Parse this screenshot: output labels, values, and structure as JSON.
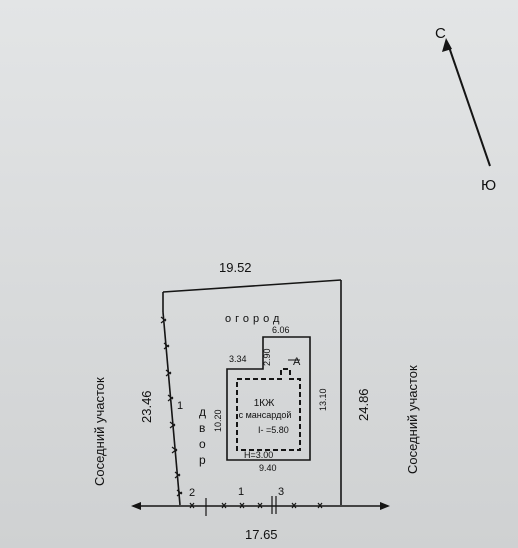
{
  "compass": {
    "north": "С",
    "south": "Ю"
  },
  "plot": {
    "top_length": "19.52",
    "bottom_length": "17.65",
    "left_length": "23.46",
    "right_length": "24.86",
    "garden_label": "огород",
    "yard_label": "двор",
    "left_neighbor": "Соседний участок",
    "right_neighbor": "Соседний участок",
    "fence_marks": {
      "left_fence": "1",
      "bottom_left": "2",
      "bottom_mid": "1",
      "bottom_right": "3"
    }
  },
  "house": {
    "width_label": "6.06",
    "offset_label": "3.34",
    "porch_depth": "2.90",
    "porch_letter": "А",
    "right_depth": "13.10",
    "left_depth": "10.20",
    "bottom_width": "9.40",
    "type": "1КЖ",
    "subtitle": "с мансардой",
    "attic_height": "I- =5.80",
    "height": "H=3.00"
  },
  "colors": {
    "line": "#151515",
    "background": "#dcdedf"
  }
}
